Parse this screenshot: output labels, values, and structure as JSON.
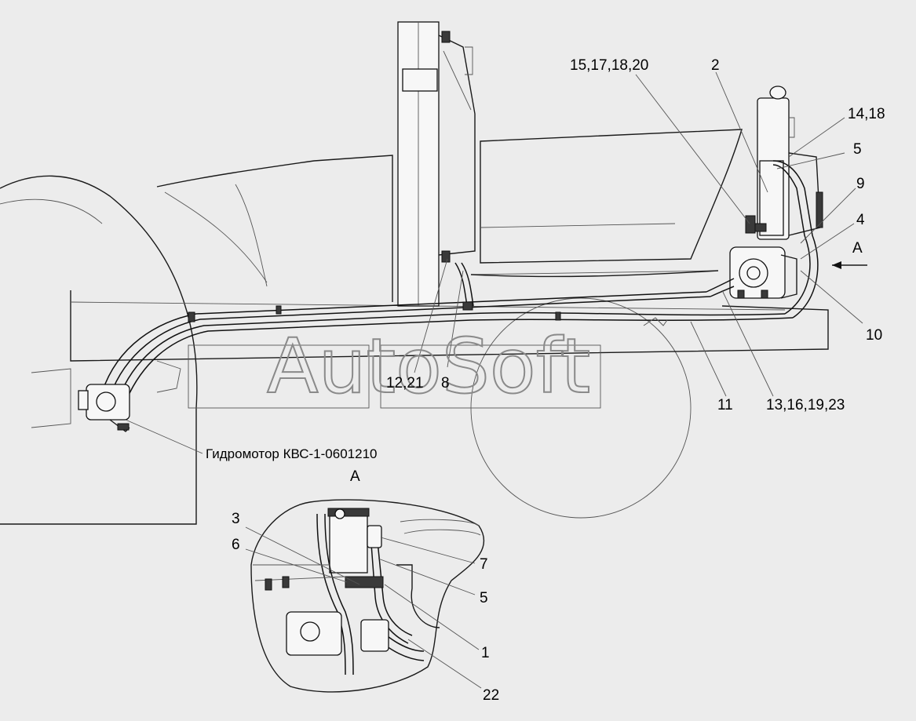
{
  "callouts": {
    "c_15_17_18_20": "15,17,18,20",
    "c_2": "2",
    "c_14_18": "14,18",
    "c_5_top": "5",
    "c_9": "9",
    "c_4": "4",
    "c_A_arrow": "A",
    "c_10": "10",
    "c_12_21": "12,21",
    "c_8": "8",
    "c_11": "11",
    "c_13_16_19_23": "13,16,19,23",
    "c_motor": "Гидромотор КВС-1-0601210",
    "c_view_A": "А",
    "c_3": "3",
    "c_6": "6",
    "c_7": "7",
    "c_5_inset": "5",
    "c_1": "1",
    "c_22": "22"
  },
  "watermark": "AutoSoft",
  "colors": {
    "background": "#ececec",
    "lines": "#111111",
    "watermark": "#8a8a8a"
  }
}
